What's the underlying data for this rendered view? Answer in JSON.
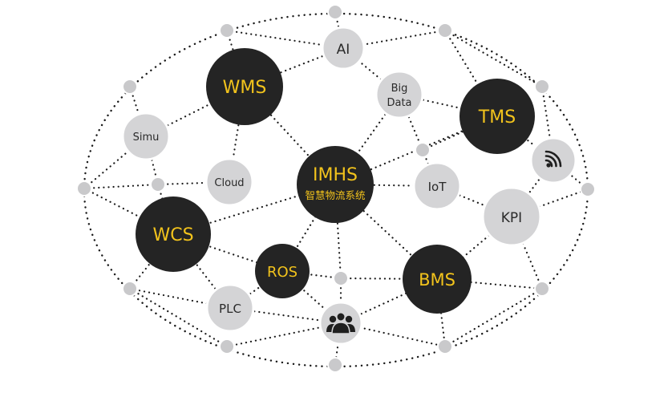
{
  "diagram": {
    "center": {
      "title": "IMHS",
      "subtitle": "智慧物流系统"
    },
    "nodes": {
      "wms": "WMS",
      "tms": "TMS",
      "wcs": "WCS",
      "ros": "ROS",
      "bms": "BMS",
      "ai": "AI",
      "bigdata_line1": "Big",
      "bigdata_line2": "Data",
      "simu": "Simu",
      "cloud": "Cloud",
      "iot": "IoT",
      "kpi": "KPI",
      "plc": "PLC"
    },
    "icons": {
      "wifi": "wifi-icon",
      "users": "users-icon"
    },
    "colors": {
      "dark_node": "#242424",
      "light_node": "#d4d4d6",
      "dark_label": "#f2c31c",
      "light_label": "#2a2a2a",
      "connector": "#1a1a1a"
    }
  }
}
